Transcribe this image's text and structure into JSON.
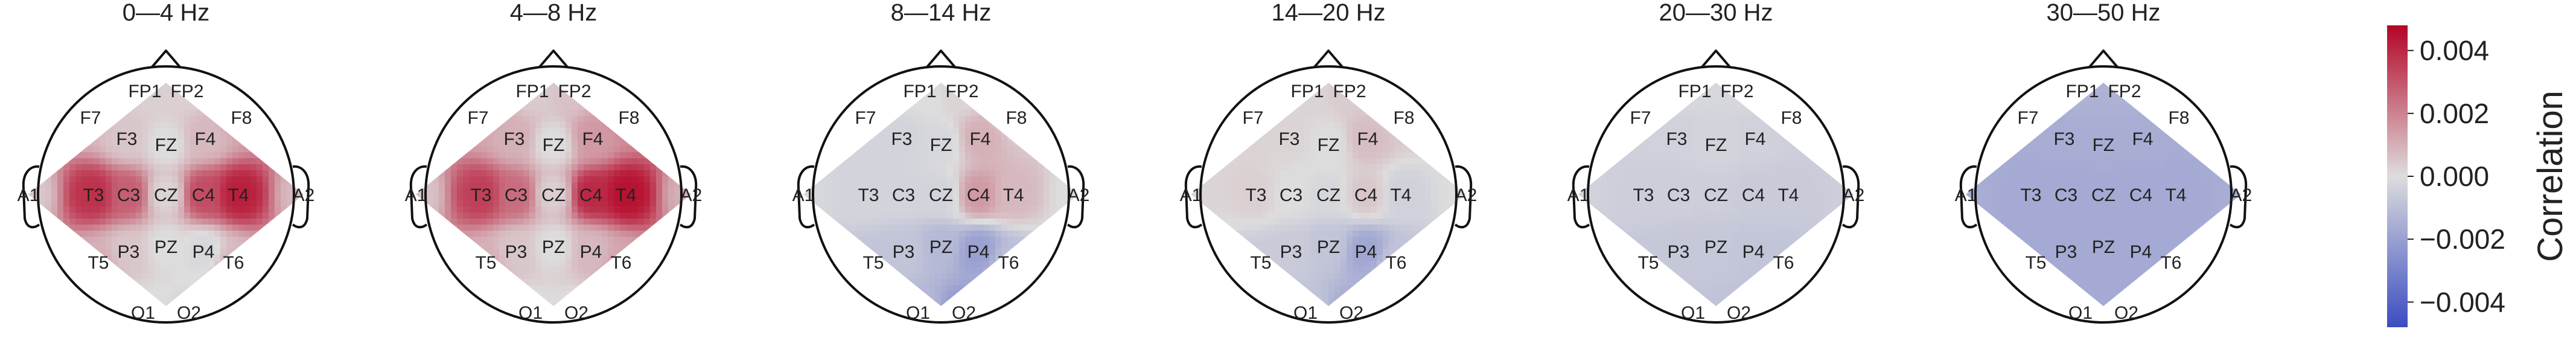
{
  "chart_data": {
    "type": "heatmap",
    "subtype": "eeg-topomap",
    "colormap": [
      "#3b4cc0",
      "#dddddd",
      "#b40426"
    ],
    "colorbar": {
      "label": "Correlation",
      "range": [
        -0.0048,
        0.0048
      ],
      "ticks": [
        0.004,
        0.002,
        0.0,
        -0.002,
        -0.004
      ],
      "tick_labels": [
        "0.004",
        "0.002",
        "0.000",
        "−0.002",
        "−0.004"
      ]
    },
    "electrodes": [
      "FP1",
      "FP2",
      "F7",
      "F3",
      "FZ",
      "F4",
      "F8",
      "A1",
      "T3",
      "C3",
      "CZ",
      "C4",
      "T4",
      "A2",
      "T5",
      "P3",
      "PZ",
      "P4",
      "T6",
      "O1",
      "O2"
    ],
    "panels": [
      {
        "title": "0—4 Hz",
        "values": {
          "FP1": 0.0003,
          "FP2": 0.0003,
          "F7": 0.0008,
          "F3": 0.0005,
          "FZ": 0.0,
          "F4": 0.0008,
          "F8": 0.0012,
          "A1": 0.0005,
          "T3": 0.0038,
          "C3": 0.0028,
          "CZ": 0.0002,
          "C4": 0.0032,
          "T4": 0.0042,
          "A2": 0.0008,
          "T5": 0.001,
          "P3": 0.0005,
          "PZ": 0.0,
          "P4": -0.0002,
          "T6": 0.0008,
          "O1": 0.0,
          "O2": -0.0002
        }
      },
      {
        "title": "4—8 Hz",
        "values": {
          "FP1": 0.0004,
          "FP2": 0.0006,
          "F7": 0.0012,
          "F3": 0.001,
          "FZ": 0.0,
          "F4": 0.0015,
          "F8": 0.0018,
          "A1": 0.0006,
          "T3": 0.0035,
          "C3": 0.0025,
          "CZ": 0.0003,
          "C4": 0.004,
          "T4": 0.0045,
          "A2": 0.001,
          "T5": 0.001,
          "P3": 0.0005,
          "PZ": 0.0,
          "P4": 0.0008,
          "T6": 0.0012,
          "O1": 0.0,
          "O2": 0.0
        }
      },
      {
        "title": "8—14 Hz",
        "values": {
          "FP1": 0.0,
          "FP2": 0.0002,
          "F7": -0.0003,
          "F3": -0.0003,
          "FZ": -0.0002,
          "F4": 0.001,
          "F8": 0.0003,
          "A1": -0.0002,
          "T3": -0.0003,
          "C3": -0.0003,
          "CZ": -0.0003,
          "C4": 0.0015,
          "T4": 0.0008,
          "A2": 0.0,
          "T5": -0.0008,
          "P3": -0.0008,
          "PZ": -0.0012,
          "P4": -0.002,
          "T6": -0.001,
          "O1": -0.0012,
          "O2": -0.0022
        }
      },
      {
        "title": "14—20 Hz",
        "values": {
          "FP1": 0.0002,
          "FP2": 0.0004,
          "F7": 0.0003,
          "F3": 0.0002,
          "FZ": 0.0,
          "F4": 0.0007,
          "F8": 0.0004,
          "A1": 0.0002,
          "T3": 0.0003,
          "C3": 0.0,
          "CZ": -0.0002,
          "C4": 0.0005,
          "T4": -0.0004,
          "A2": 0.0,
          "T5": -0.0006,
          "P3": -0.0006,
          "PZ": -0.0008,
          "P4": -0.0018,
          "T6": -0.0008,
          "O1": -0.0008,
          "O2": -0.0016
        }
      },
      {
        "title": "20—30 Hz",
        "values": {
          "FP1": -0.0002,
          "FP2": -0.0002,
          "F7": -0.0004,
          "F3": -0.0004,
          "FZ": -0.0003,
          "F4": -0.0004,
          "F8": -0.0005,
          "A1": -0.0004,
          "T3": -0.0005,
          "C3": -0.0005,
          "CZ": -0.0005,
          "C4": -0.0006,
          "T4": -0.0006,
          "A2": -0.0005,
          "T5": -0.0007,
          "P3": -0.0007,
          "PZ": -0.0007,
          "P4": -0.0008,
          "T6": -0.0008,
          "O1": -0.0008,
          "O2": -0.0009
        }
      },
      {
        "title": "30—50 Hz",
        "values": {
          "FP1": -0.0014,
          "FP2": -0.0014,
          "F7": -0.0016,
          "F3": -0.0016,
          "FZ": -0.0016,
          "F4": -0.0016,
          "F8": -0.0016,
          "A1": -0.0016,
          "T3": -0.0017,
          "C3": -0.0017,
          "CZ": -0.0017,
          "C4": -0.0017,
          "T4": -0.0017,
          "A2": -0.0016,
          "T5": -0.0017,
          "P3": -0.0017,
          "PZ": -0.0017,
          "P4": -0.0017,
          "T6": -0.0017,
          "O1": -0.0017,
          "O2": -0.0017
        }
      }
    ]
  }
}
